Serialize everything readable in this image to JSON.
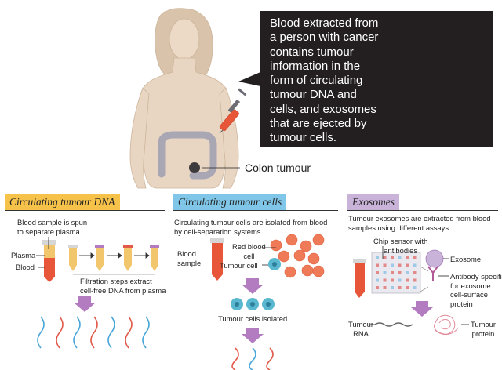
{
  "callout": {
    "lines": [
      "Blood extracted from",
      "a person with cancer",
      "contains tumour",
      "information in the",
      "form of circulating",
      "tumour DNA and",
      "cells, and exosomes",
      "that are ejected by",
      "tumour cells."
    ]
  },
  "figure": {
    "colon_label": "Colon tumour"
  },
  "panels": {
    "dna": {
      "title": "Circulating tumour DNA",
      "step1_l1": "Blood sample is spun",
      "step1_l2": "to separate plasma",
      "plasma_label": "Plasma",
      "blood_label": "Blood",
      "filter_l1": "Filtration steps extract",
      "filter_l2": "cell-free DNA from plasma"
    },
    "cells": {
      "title": "Circulating tumour cells",
      "desc_l1": "Circulating tumour cells are isolated from blood",
      "desc_l2": "by cell-separation systems.",
      "sample_l1": "Blood",
      "sample_l2": "sample",
      "rbc_l1": "Red blood",
      "rbc_l2": "cell",
      "tumour_cell": "Tumour cell",
      "isolated": "Tumour cells isolated"
    },
    "exo": {
      "title": "Exosomes",
      "desc_l1": "Tumour exosomes are extracted from blood",
      "desc_l2": "samples using different assays.",
      "chip_l1": "Chip sensor with",
      "chip_l2": "antibodies",
      "exosome": "Exosome",
      "antibody_l1": "Antibody specific",
      "antibody_l2": "for exosome",
      "antibody_l3": "cell-surface",
      "antibody_l4": "protein",
      "rna_l1": "Tumour",
      "rna_l2": "RNA",
      "protein_l1": "Tumour",
      "protein_l2": "protein"
    }
  },
  "colors": {
    "dna_header": "#f6c24a",
    "cells_header": "#7fc6e8",
    "exo_header": "#c9b3d9",
    "arrow": "#b47cc0",
    "blood": "#e8563a",
    "plasma": "#f2c66c",
    "dna_blue": "#4aa6d8",
    "dna_red": "#e15a4a"
  }
}
